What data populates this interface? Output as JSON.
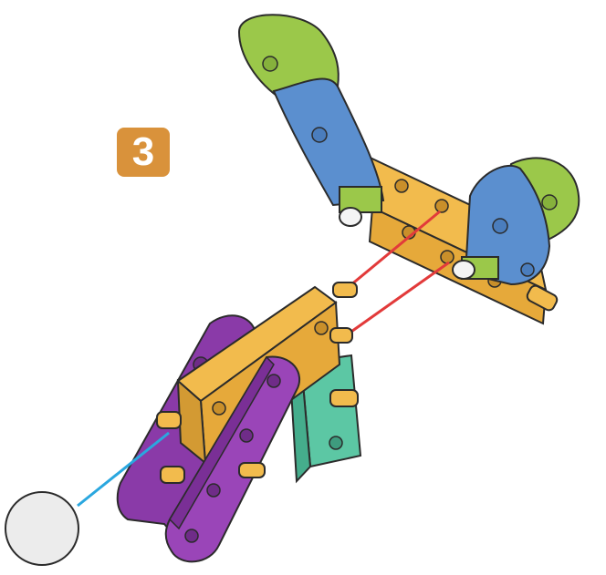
{
  "step": {
    "number": "3"
  },
  "colors": {
    "badge": "#d9923b",
    "bracket_orange": "#f2bb4d",
    "bracket_shadow": "#c98f2a",
    "blue": "#5b8fcf",
    "green": "#9bc84a",
    "purple": "#8a3aa8",
    "teal": "#5cc7a4",
    "guide_red": "#e23a3a",
    "guide_blue": "#2aa7df",
    "outline": "#2b2b2b",
    "ball": "#ececec"
  },
  "parts": {
    "upper_assembly": "orange-plate-with-two-blue-green-arms",
    "lower_assembly": "orange-plate-purple-links-teal-block",
    "ball": "white-ball"
  }
}
